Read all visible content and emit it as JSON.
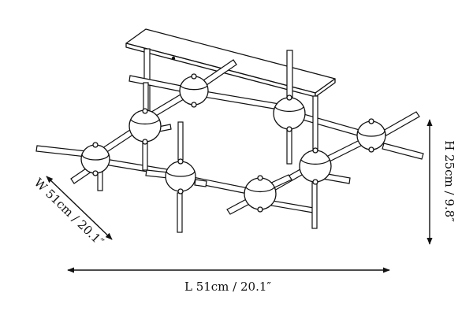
{
  "dimensions": {
    "length": "L 51cm / 20.1″",
    "width": "W 51cm / 20.1″",
    "height": "H 25cm / 9.8″"
  },
  "colors": {
    "line": "#111111",
    "sphere_fill": "#ffffff",
    "background": "#ffffff"
  }
}
